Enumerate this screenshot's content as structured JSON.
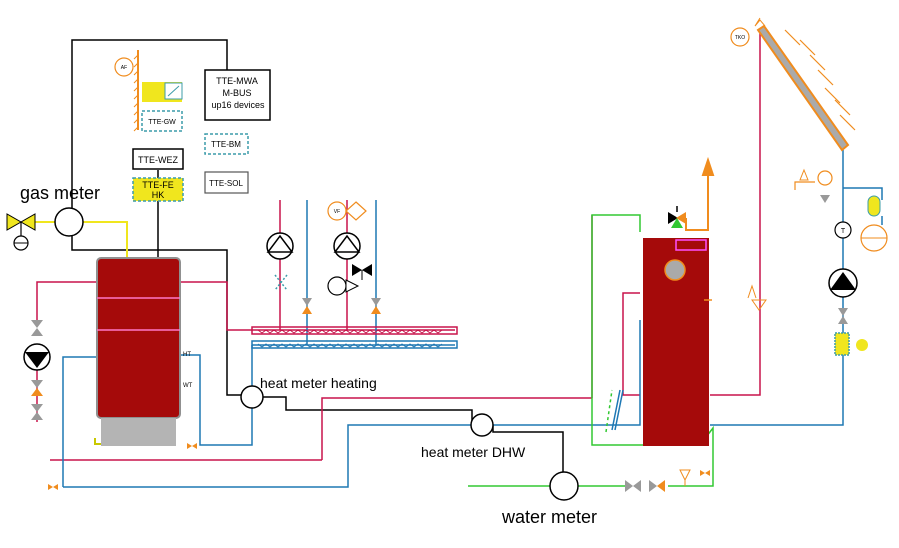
{
  "labels": {
    "gas_meter": "gas meter",
    "heat_meter_heating": "heat meter heating",
    "heat_meter_dhw": "heat meter DHW",
    "water_meter": "water meter"
  },
  "boxes": {
    "mwa_line1": "TTE-MWA",
    "mwa_line2": "M-BUS",
    "mwa_line3": "up16 devices",
    "wez": "TTE-WEZ",
    "fe_hk_line1": "TTE-FE",
    "fe_hk_line2": "HK",
    "gw": "TTE-GW",
    "bm": "TTE-BM",
    "sol": "TTE-SOL"
  },
  "sensors": {
    "af": "AF",
    "vf": "VF",
    "tko": "TKO",
    "t": "T",
    "ht": "HT",
    "wt": "WT"
  },
  "colors": {
    "flow_red": "#c8144b",
    "return_blue": "#1e78b4",
    "cold_water_green": "#32c832",
    "gas_yellow": "#f0e61e",
    "tank_darkred": "#a50a0a",
    "control_black": "#000000",
    "orange": "#f08c1e",
    "dashed_teal": "#3c9caa"
  }
}
